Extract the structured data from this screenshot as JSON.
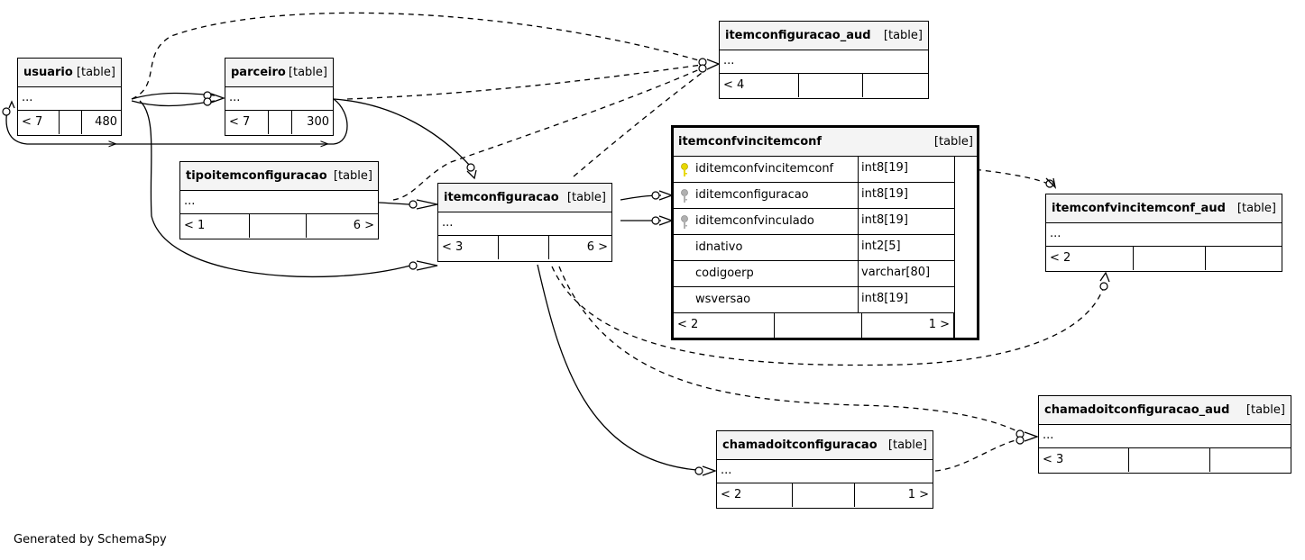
{
  "footer_text": "Generated by SchemaSpy",
  "colors": {
    "primary_key": "#e8d800",
    "foreign_key": "#b0b0b0",
    "header_bg": "#f4f4f4"
  },
  "tables": {
    "usuario": {
      "name": "usuario",
      "tag": "[table]",
      "dots": "...",
      "footer": [
        "< 7",
        "",
        "480 >"
      ]
    },
    "parceiro": {
      "name": "parceiro",
      "tag": "[table]",
      "dots": "...",
      "footer": [
        "< 7",
        "",
        "300 >"
      ]
    },
    "itemconfiguracao_aud": {
      "name": "itemconfiguracao_aud",
      "tag": "[table]",
      "dots": "...",
      "footer": [
        "< 4",
        "",
        ""
      ]
    },
    "tipoitemconfiguracao": {
      "name": "tipoitemconfiguracao",
      "tag": "[table]",
      "dots": "...",
      "footer": [
        "< 1",
        "",
        "6 >"
      ]
    },
    "itemconfiguracao": {
      "name": "itemconfiguracao",
      "tag": "[table]",
      "dots": "...",
      "footer": [
        "< 3",
        "",
        "6 >"
      ]
    },
    "itemconfvincitemconf_aud": {
      "name": "itemconfvincitemconf_aud",
      "tag": "[table]",
      "dots": "...",
      "footer": [
        "< 2",
        "",
        ""
      ]
    },
    "chamadoitconfiguracao": {
      "name": "chamadoitconfiguracao",
      "tag": "[table]",
      "dots": "...",
      "footer": [
        "< 2",
        "",
        "1 >"
      ]
    },
    "chamadoitconfiguracao_aud": {
      "name": "chamadoitconfiguracao_aud",
      "tag": "[table]",
      "dots": "...",
      "footer": [
        "< 3",
        "",
        ""
      ]
    }
  },
  "focus": {
    "name": "itemconfvincitemconf",
    "tag": "[table]",
    "columns": [
      {
        "name": "iditemconfvincitemconf",
        "type": "int8[19]",
        "key": "primary"
      },
      {
        "name": "iditemconfiguracao",
        "type": "int8[19]",
        "key": "foreign"
      },
      {
        "name": "iditemconfvinculado",
        "type": "int8[19]",
        "key": "foreign"
      },
      {
        "name": "idnativo",
        "type": "int2[5]",
        "key": "none"
      },
      {
        "name": "codigoerp",
        "type": "varchar[80]",
        "key": "none"
      },
      {
        "name": "wsversao",
        "type": "int8[19]",
        "key": "none"
      }
    ],
    "footer": [
      "< 2",
      "",
      "1 >"
    ]
  }
}
